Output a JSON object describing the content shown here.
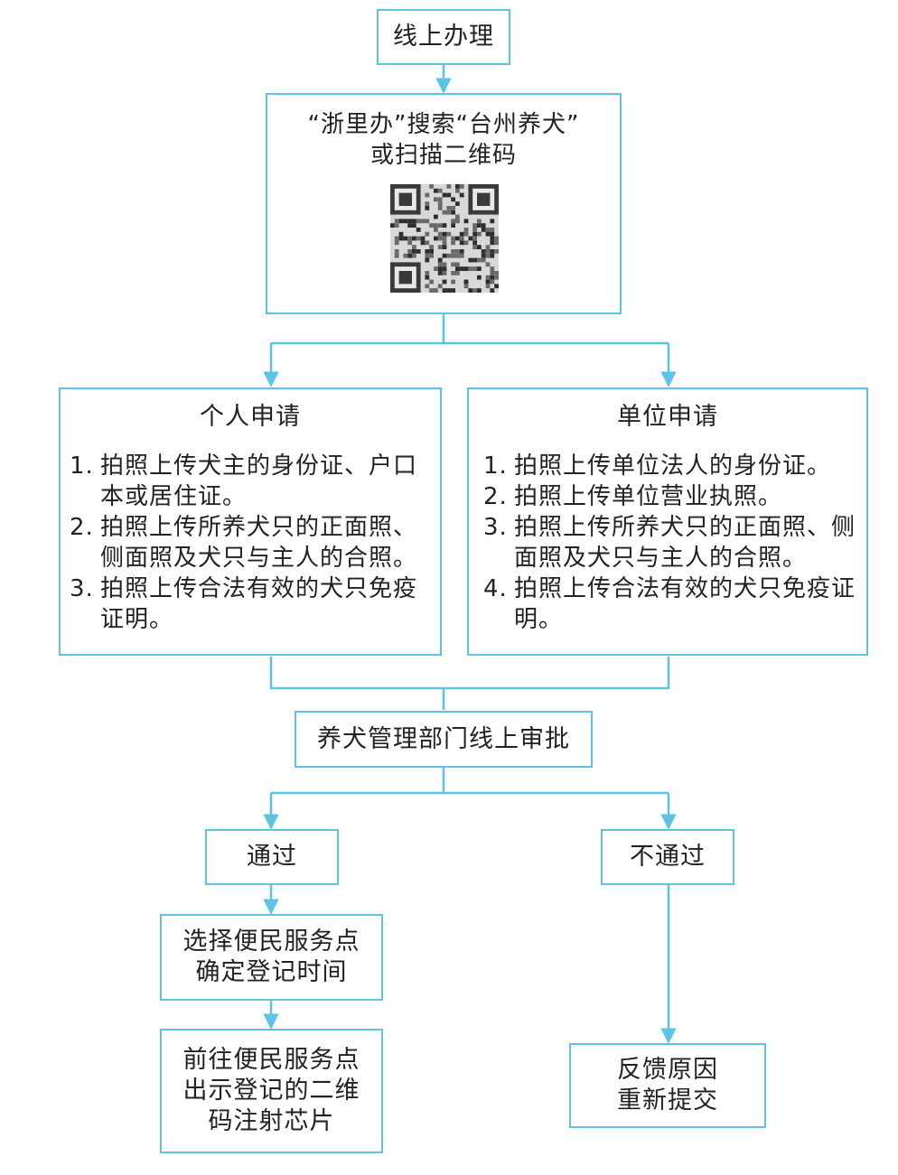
{
  "nodes": {
    "online": {
      "text": "线上办理"
    },
    "search": {
      "line1": "“浙里办”搜索“台州养犬”",
      "line2": "或扫描二维码"
    },
    "personal": {
      "title": "个人申请",
      "items": [
        {
          "num": "1.",
          "text": "拍照上传犬主的身份证、户口本或居住证。"
        },
        {
          "num": "2.",
          "text": "拍照上传所养犬只的正面照、侧面照及犬只与主人的合照。"
        },
        {
          "num": "3.",
          "text": "拍照上传合法有效的犬只免疫证明。"
        }
      ]
    },
    "unit": {
      "title": "单位申请",
      "items": [
        {
          "num": "1.",
          "text": "拍照上传单位法人的身份证。"
        },
        {
          "num": "2.",
          "text": "拍照上传单位营业执照。"
        },
        {
          "num": "3.",
          "text": "拍照上传所养犬只的正面照、侧面照及犬只与主人的合照。"
        },
        {
          "num": "4.",
          "text": "拍照上传合法有效的犬只免疫证明。"
        }
      ]
    },
    "approve": {
      "text": "养犬管理部门线上审批"
    },
    "pass": {
      "text": "通过"
    },
    "fail": {
      "text": "不通过"
    },
    "choose": {
      "line1": "选择便民服务点",
      "line2": "确定登记时间"
    },
    "goto": {
      "line1": "前往便民服务点",
      "line2": "出示登记的二维",
      "line3": "码注射芯片"
    },
    "feedback": {
      "line1": "反馈原因",
      "line2": "重新提交"
    }
  },
  "colors": {
    "line": "#5bc3e6",
    "text": "#222222"
  },
  "icons": {
    "qr": "qr-code-icon"
  }
}
